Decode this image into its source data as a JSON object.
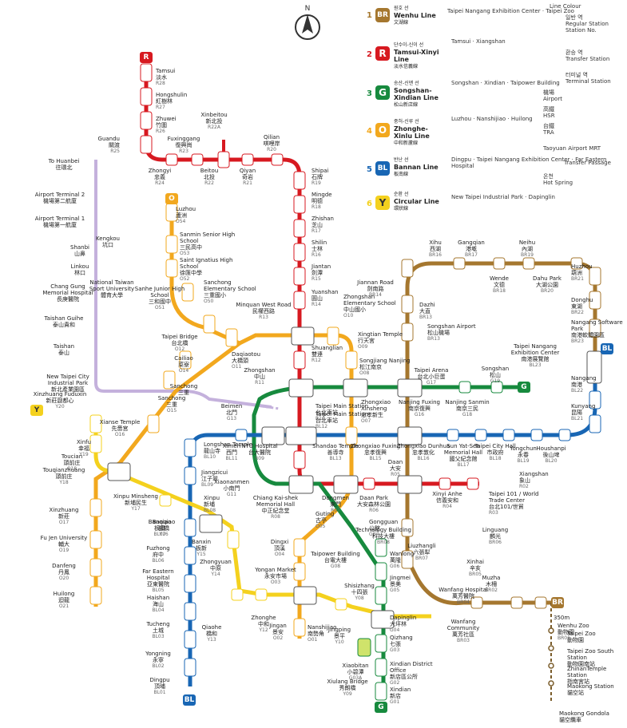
{
  "compass_label": "N",
  "colors": {
    "BR": "#a5772f",
    "R": "#d71920",
    "G": "#178a3e",
    "O": "#f2a81e",
    "BL": "#1866b4",
    "Y": "#f4d11e",
    "airport_mrt": "#b8a1d6"
  },
  "legend": {
    "lines": [
      {
        "num": "1",
        "code": "BR",
        "ko": "원호 선",
        "en": "Wenhu Line",
        "zh": "文湖線"
      },
      {
        "num": "2",
        "code": "R",
        "ko": "단수이-신이 선",
        "en": "Tamsui-Xinyi Line",
        "zh": "淡水信義線"
      },
      {
        "num": "3",
        "code": "G",
        "ko": "송산-신뎬 선",
        "en": "Songshan-Xindian Line",
        "zh": "松山新店線"
      },
      {
        "num": "4",
        "code": "O",
        "ko": "중허-신루 선",
        "en": "Zhonghe-Xinlu Line",
        "zh": "中和新蘆線"
      },
      {
        "num": "5",
        "code": "BL",
        "ko": "반난 선",
        "en": "Bannan Line",
        "zh": "板南線"
      },
      {
        "num": "6",
        "code": "Y",
        "ko": "순환 선",
        "en": "Circular Line",
        "zh": "環狀線"
      }
    ],
    "line_color_label": "Line Colour",
    "regular_station": {
      "ko": "일반 역",
      "en": "Regular Station",
      "station_no": "Station No."
    },
    "transfer_station": {
      "ko": "환승 역",
      "en": "Transfer Station"
    },
    "terminal_station": {
      "ko": "터미널 역",
      "en": "Terminal Station"
    },
    "airport": {
      "ko": "機場",
      "en": "Airport"
    },
    "hsr": {
      "ko": "高鐵",
      "en": "HSR"
    },
    "tra": {
      "ko": "台鐵",
      "en": "TRA"
    },
    "airport_mrt": "Taoyuan Airport MRT",
    "transfer_passage": "Transfer Passage",
    "hot_spring": {
      "ko": "온천",
      "en": "Hot Spring"
    }
  },
  "line_labels": {
    "br_names": [
      "Taipei Nangang Exhibition Center",
      "Taipei Zoo"
    ],
    "r_names": [
      "Tamsui",
      "Xiangshan"
    ],
    "g_names": [
      "Songshan",
      "Xindian",
      "Taipower Building"
    ],
    "o_names": [
      "Luzhou",
      "Nanshijiao",
      "Huilong"
    ],
    "bl_names": [
      "Dingpu",
      "Taipei Nangang Exhibition Center",
      "Far Eastern Hospital"
    ],
    "y_names": [
      "New Taipei Industrial Park",
      "Dapinglin"
    ]
  },
  "stations": [
    {
      "name": "Tamsui",
      "native": "淡水",
      "code": "R28"
    },
    {
      "name": "Hongshulin",
      "native": "紅樹林",
      "code": "R27"
    },
    {
      "name": "Zhuwei",
      "native": "竹圍",
      "code": "R26"
    },
    {
      "name": "Guandu",
      "native": "關渡",
      "code": "R25"
    },
    {
      "name": "Zhongyi",
      "native": "忠義",
      "code": "R24"
    },
    {
      "name": "Fuxinggang",
      "native": "復興崗",
      "code": "R23"
    },
    {
      "name": "Beitou",
      "native": "北投",
      "code": "R22"
    },
    {
      "name": "Xinbeitou",
      "native": "新北投",
      "code": "R22A"
    },
    {
      "name": "Qiyan",
      "native": "奇岩",
      "code": "R21"
    },
    {
      "name": "Qilian",
      "native": "唭哩岸",
      "code": "R20"
    },
    {
      "name": "Shipai",
      "native": "石牌",
      "code": "R19"
    },
    {
      "name": "Mingde",
      "native": "明德",
      "code": "R18"
    },
    {
      "name": "Zhishan",
      "native": "芝山",
      "code": "R17"
    },
    {
      "name": "Shilin",
      "native": "士林",
      "code": "R16"
    },
    {
      "name": "Jiantan",
      "native": "劍潭",
      "code": "R15"
    },
    {
      "name": "Yuanshan",
      "native": "圓山",
      "code": "R14"
    },
    {
      "name": "Minquan West Road",
      "native": "民權西路",
      "code": "R13"
    },
    {
      "name": "Shuanglian",
      "native": "雙連",
      "code": "R12"
    },
    {
      "name": "Zhongshan",
      "native": "中山",
      "code": "R11"
    },
    {
      "name": "Taipei Main Station",
      "native": "台北車站",
      "code": "R10"
    },
    {
      "name": "NTU Hospital",
      "native": "台大醫院",
      "code": "R09"
    },
    {
      "name": "Chiang Kai-shek Memorial Hall",
      "native": "中正紀念堂",
      "code": "R08"
    },
    {
      "name": "Dongmen",
      "native": "東門",
      "code": "R07"
    },
    {
      "name": "Daan Park",
      "native": "大安森林公園",
      "code": "R06"
    },
    {
      "name": "Daan",
      "native": "大安",
      "code": "R05"
    },
    {
      "name": "Xinyi Anhe",
      "native": "信義安和",
      "code": "R04"
    },
    {
      "name": "Taipei 101 / World Trade Center",
      "native": "台北101/世貿",
      "code": "R03"
    },
    {
      "name": "Xiangshan",
      "native": "象山",
      "code": "R02"
    },
    {
      "name": "Luzhou",
      "native": "蘆洲",
      "code": "O54"
    },
    {
      "name": "Sanmin Senior High School",
      "native": "三民高中",
      "code": "O53"
    },
    {
      "name": "Saint Ignatius High School",
      "native": "徐匯中學",
      "code": "O52"
    },
    {
      "name": "Sanhe Junior High School",
      "native": "三和國中",
      "code": "O51"
    },
    {
      "name": "Sanchong Elementary School",
      "native": "三重國小",
      "code": "O50"
    },
    {
      "name": "Taipei Bridge",
      "native": "台北橋",
      "code": "O12"
    },
    {
      "name": "Daqiaotou",
      "native": "大橋頭",
      "code": "O11"
    },
    {
      "name": "Zhongshan Elementary School",
      "native": "中山國小",
      "code": "O10"
    },
    {
      "name": "Xingtian Temple",
      "native": "行天宮",
      "code": "O09"
    },
    {
      "name": "Songjiang Nanjing",
      "native": "松江南京",
      "code": "O08"
    },
    {
      "name": "Zhongxiao Xinsheng",
      "native": "忠孝新生",
      "code": "O07"
    },
    {
      "name": "Guting",
      "native": "古亭",
      "code": "O05"
    },
    {
      "name": "Dingxi",
      "native": "頂溪",
      "code": "O04"
    },
    {
      "name": "Yongan Market",
      "native": "永安市場",
      "code": "O03"
    },
    {
      "name": "Jingan",
      "native": "景安",
      "code": "O02"
    },
    {
      "name": "Nanshijiao",
      "native": "南勢角",
      "code": "O01"
    },
    {
      "name": "Sanchong",
      "native": "三重",
      "code": "O15"
    },
    {
      "name": "Cailiao",
      "native": "菜寮",
      "code": "O14"
    },
    {
      "name": "Taipei Main Station",
      "native": "台北車站",
      "code": "BL12"
    },
    {
      "name": "Ximen",
      "native": "西門",
      "code": "BL11"
    },
    {
      "name": "Longshan Temple",
      "native": "龍山寺",
      "code": "BL10"
    },
    {
      "name": "Jiangzicui",
      "native": "江子翠",
      "code": "BL09"
    },
    {
      "name": "Xinpu",
      "native": "新埔",
      "code": "BL08"
    },
    {
      "name": "Banqiao",
      "native": "板橋",
      "code": "BL07"
    },
    {
      "name": "Fuzhong",
      "native": "府中",
      "code": "BL06"
    },
    {
      "name": "Far Eastern Hospital",
      "native": "亞東醫院",
      "code": "BL05"
    },
    {
      "name": "Haishan",
      "native": "海山",
      "code": "BL04"
    },
    {
      "name": "Tucheng",
      "native": "土城",
      "code": "BL03"
    },
    {
      "name": "Yongning",
      "native": "永寧",
      "code": "BL02"
    },
    {
      "name": "Dingpu",
      "native": "頂埔",
      "code": "BL01"
    },
    {
      "name": "Shandao Temple",
      "native": "善導寺",
      "code": "BL13"
    },
    {
      "name": "Zhongxiao Fuxing",
      "native": "忠孝復興",
      "code": "BL15"
    },
    {
      "name": "Zhongxiao Dunhua",
      "native": "忠孝敦化",
      "code": "BL16"
    },
    {
      "name": "Sun Yat-Sen Memorial Hall",
      "native": "國父紀念館",
      "code": "BL17"
    },
    {
      "name": "Taipei City Hall",
      "native": "市政府",
      "code": "BL18"
    },
    {
      "name": "Yongchun",
      "native": "永春",
      "code": "BL19"
    },
    {
      "name": "Houshanpi",
      "native": "後山埤",
      "code": "BL20"
    },
    {
      "name": "Kunyang",
      "native": "昆陽",
      "code": "BL21"
    },
    {
      "name": "Nangang",
      "native": "南港",
      "code": "BL22"
    },
    {
      "name": "Taipei Nangang Exhibition Center",
      "native": "南港展覽館",
      "code": "BL23"
    },
    {
      "name": "Songshan",
      "native": "松山",
      "code": "G19"
    },
    {
      "name": "Nanjing Sanmin",
      "native": "南京三民",
      "code": "G18"
    },
    {
      "name": "Taipei Arena",
      "native": "台北小巨蛋",
      "code": "G17"
    },
    {
      "name": "Nanjing Fuxing",
      "native": "南京復興",
      "code": "G16"
    },
    {
      "name": "Beimen",
      "native": "北門",
      "code": "G13"
    },
    {
      "name": "Xiaonanmen",
      "native": "小南門",
      "code": "G11"
    },
    {
      "name": "Taipower Building",
      "native": "台電大樓",
      "code": "G08"
    },
    {
      "name": "Gongguan",
      "native": "公館",
      "code": "G07"
    },
    {
      "name": "Wanlong",
      "native": "萬隆",
      "code": "G06"
    },
    {
      "name": "Jingmei",
      "native": "景美",
      "code": "G05"
    },
    {
      "name": "Dapinglin",
      "native": "大坪林",
      "code": "G04"
    },
    {
      "name": "Qizhang",
      "native": "七張",
      "code": "G03"
    },
    {
      "name": "Xiaobitan",
      "native": "小碧潭",
      "code": "G03A"
    },
    {
      "name": "Xindian District Office",
      "native": "新店區公所",
      "code": "G02"
    },
    {
      "name": "Xindian",
      "native": "新店",
      "code": "G01"
    },
    {
      "name": "Wenhu Zoo",
      "native": "動物園",
      "code": "BR01"
    },
    {
      "name": "Muzha",
      "native": "木柵",
      "code": "BR02"
    },
    {
      "name": "Wanfang Community",
      "native": "萬芳社區",
      "code": "BR03"
    },
    {
      "name": "Wanfang Hospital",
      "native": "萬芳醫院",
      "code": "BR04"
    },
    {
      "name": "Xinhai",
      "native": "辛亥",
      "code": "BR05"
    },
    {
      "name": "Linguang",
      "native": "麟光",
      "code": "BR06"
    },
    {
      "name": "Liuzhangli",
      "native": "六張犁",
      "code": "BR07"
    },
    {
      "name": "Technology Building",
      "native": "科技大樓",
      "code": "BR08"
    },
    {
      "name": "Dazhi",
      "native": "大直",
      "code": "BR13"
    },
    {
      "name": "Songshan Airport",
      "native": "松山機場",
      "code": "BR13"
    },
    {
      "name": "Jiannan Road",
      "native": "劍南路",
      "code": "BR14"
    },
    {
      "name": "Xihu",
      "native": "西湖",
      "code": "BR16"
    },
    {
      "name": "Gangqian",
      "native": "港墘",
      "code": "BR17"
    },
    {
      "name": "Wende",
      "native": "文德",
      "code": "BR18"
    },
    {
      "name": "Neihu",
      "native": "內湖",
      "code": "BR19"
    },
    {
      "name": "Dahu Park",
      "native": "大湖公園",
      "code": "BR20"
    },
    {
      "name": "Huzhou",
      "native": "葫洲",
      "code": "BR21"
    },
    {
      "name": "Donghu",
      "native": "東湖",
      "code": "BR22"
    },
    {
      "name": "Nangang Software Park",
      "native": "南港軟體園區",
      "code": "BR23"
    },
    {
      "name": "Xinzhuang Fuduxin",
      "native": "新莊副都心",
      "code": "Y20"
    },
    {
      "name": "Xinfu",
      "native": "幸福",
      "code": "Y19"
    },
    {
      "name": "Touqianzhuang",
      "native": "頭前庄",
      "code": "Y18"
    },
    {
      "name": "Xinpu Minsheng",
      "native": "新埔民生",
      "code": "Y17"
    },
    {
      "name": "Banqiao",
      "native": "板橋",
      "code": "Y16"
    },
    {
      "name": "Banxin",
      "native": "板新",
      "code": "Y15"
    },
    {
      "name": "Zhongyuan",
      "native": "中原",
      "code": "Y14"
    },
    {
      "name": "Qiaohe",
      "native": "橋和",
      "code": "Y13"
    },
    {
      "name": "Zhonghe",
      "native": "中和",
      "code": "Y12"
    },
    {
      "name": "Jingping",
      "native": "景平",
      "code": "Y10"
    },
    {
      "name": "Shisizhang",
      "native": "十四張",
      "code": "Y08"
    },
    {
      "name": "Xiulang Bridge",
      "native": "秀朗橋",
      "code": "Y09"
    },
    {
      "name": "Xinzhuang",
      "native": "新莊",
      "code": "O17"
    },
    {
      "name": "Fu Jen University",
      "native": "輔大",
      "code": "O19"
    },
    {
      "name": "Danfeng",
      "native": "丹鳳",
      "code": "O20"
    },
    {
      "name": "Huilong",
      "native": "迴龍",
      "code": "O21"
    },
    {
      "name": "Xianse Temple",
      "native": "先嗇宮",
      "code": "O16"
    },
    {
      "name": "Toucian",
      "native": "頭前庄",
      "code": "O18"
    },
    {
      "name": "Airport Terminal 2",
      "native": "機場第二航廈"
    },
    {
      "name": "Airport Terminal 1",
      "native": "機場第一航廈"
    },
    {
      "name": "To Huanbei",
      "native": "往環北"
    },
    {
      "name": "Kengkou",
      "native": "坑口"
    },
    {
      "name": "Shanbi",
      "native": "山鼻"
    },
    {
      "name": "Linkou",
      "native": "林口"
    },
    {
      "name": "Chang Gung Memorial Hospital",
      "native": "長庚醫院"
    },
    {
      "name": "National Taiwan Sport University",
      "native": "體育大學"
    },
    {
      "name": "Taishan Guihe",
      "native": "泰山貴和"
    },
    {
      "name": "Taishan",
      "native": "泰山"
    },
    {
      "name": "New Taipei City Industrial Park",
      "native": "新北產業園區"
    },
    {
      "name": "Sanchong",
      "native": "三重"
    },
    {
      "name": "Taipei Zoo",
      "native": "動物園"
    },
    {
      "name": "Taipei Zoo South Station",
      "native": "動物園南站"
    },
    {
      "name": "ZhinanTemple Station",
      "native": "指南宮站"
    },
    {
      "name": "Maokong Station",
      "native": "貓空站"
    },
    {
      "name": "Maokong Gondola",
      "native": "貓空纜車"
    }
  ],
  "gondola_distance": "350m",
  "terminals": [
    "R",
    "O",
    "BL",
    "G",
    "Y",
    "BR",
    "BL",
    "G"
  ]
}
